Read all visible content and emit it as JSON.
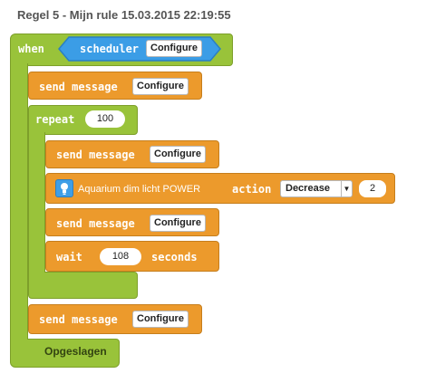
{
  "rule_title": "Regel 5 - Mijn rule 15.03.2015 22:19:55",
  "when_block": {
    "keyword": "when",
    "trigger": "scheduler",
    "configure_label": "Configure"
  },
  "actions": {
    "send_message_1": {
      "keyword": "send message",
      "configure_label": "Configure"
    },
    "repeat": {
      "keyword": "repeat",
      "count": "100",
      "inner": {
        "send_message_2": {
          "keyword": "send message",
          "configure_label": "Configure"
        },
        "device_action": {
          "device": "Aquarium dim licht POWER",
          "keyword": "action",
          "selected_action": "Decrease",
          "value": "2",
          "icon": "lightbulb-icon"
        },
        "send_message_3": {
          "keyword": "send message",
          "configure_label": "Configure"
        },
        "wait": {
          "keyword": "wait",
          "value": "108",
          "unit": "seconds"
        }
      }
    },
    "send_message_4": {
      "keyword": "send message",
      "configure_label": "Configure"
    }
  },
  "status_label": "Opgeslagen",
  "colors": {
    "event_green": "#99c33a",
    "action_orange": "#ec9a2c",
    "trigger_blue": "#3b9de6",
    "device_icon_blue": "#3f9ee6"
  }
}
